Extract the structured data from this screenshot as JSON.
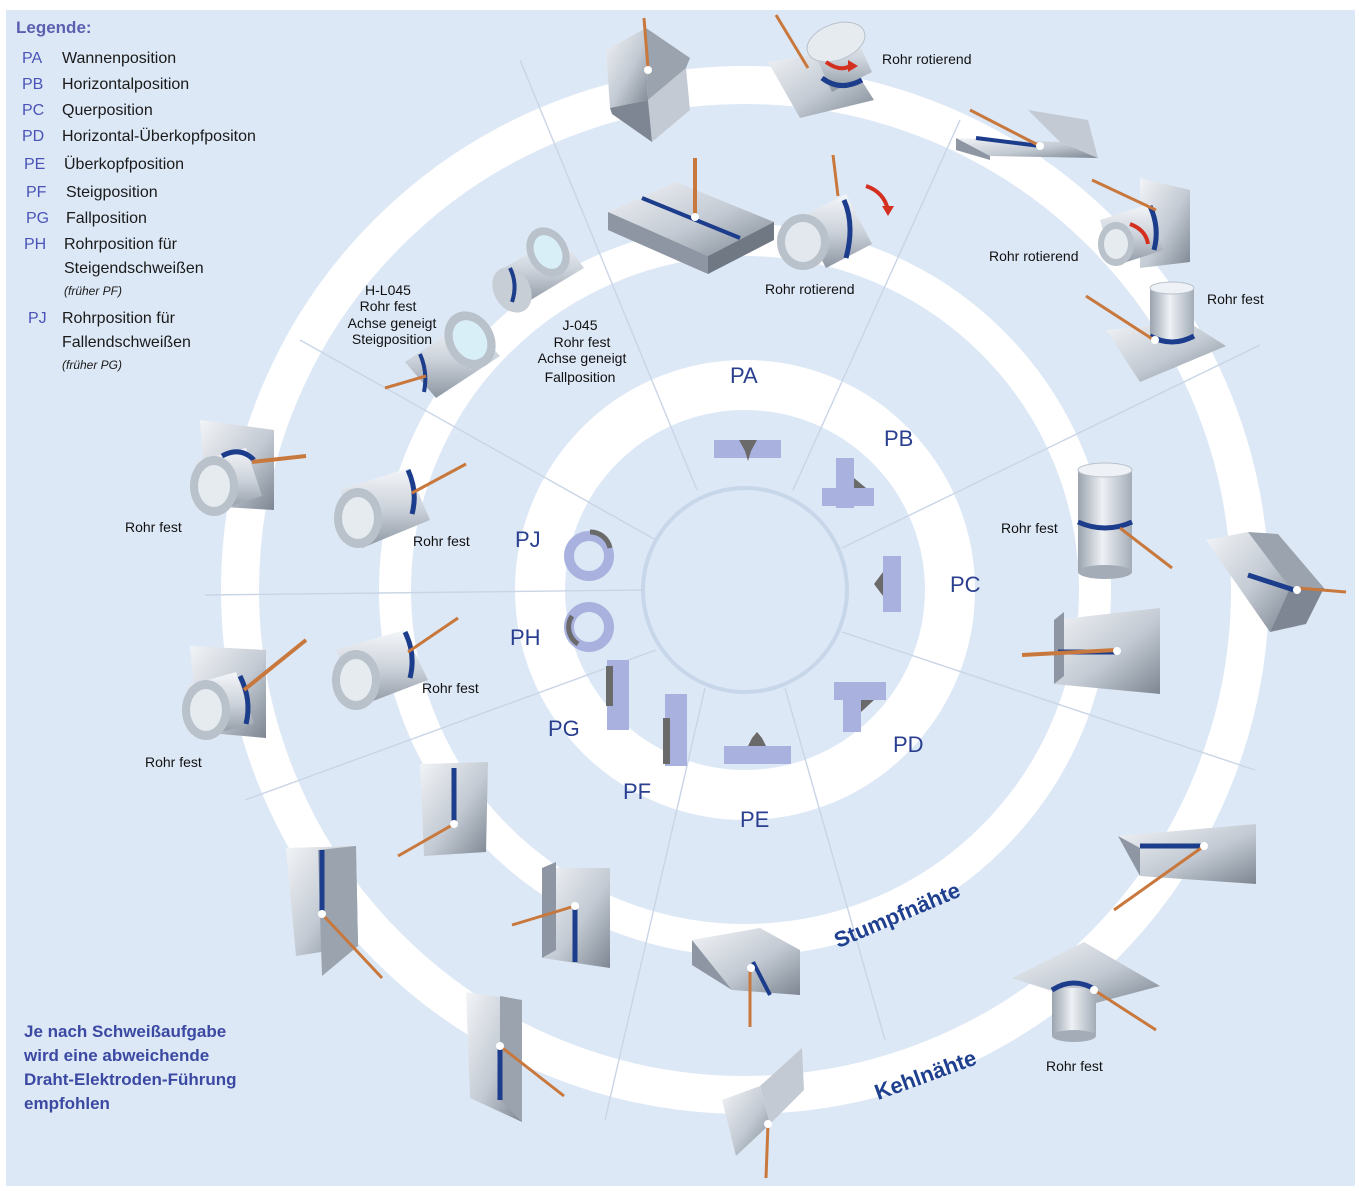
{
  "legend": {
    "title": "Legende:",
    "items": [
      {
        "code": "PA",
        "text": "Wannenposition"
      },
      {
        "code": "PB",
        "text": "Horizontalposition"
      },
      {
        "code": "PC",
        "text": "Querposition"
      },
      {
        "code": "PD",
        "text": "Horizontal-Überkopfpositon"
      },
      {
        "code": "PE",
        "text": "Überkopfposition"
      },
      {
        "code": "PF",
        "text": "Steigposition"
      },
      {
        "code": "PG",
        "text": "Fallposition"
      },
      {
        "code": "PH",
        "text": "Rohrposition für",
        "text2": "Steigendschweißen",
        "note": "(früher PF)"
      },
      {
        "code": "PJ",
        "text": "Rohrposition für",
        "text2": "Fallendschweißen",
        "note": "(früher PG)"
      }
    ]
  },
  "positions": [
    "PA",
    "PB",
    "PC",
    "PD",
    "PE",
    "PF",
    "PG",
    "PH",
    "PJ"
  ],
  "ring_labels": {
    "butt": "Stumpfnähte",
    "fillet": "Kehlnähte"
  },
  "captions": {
    "rotating": "Rohr rotierend",
    "fixed": "Rohr fest",
    "h_l045": [
      "H-L045",
      "Rohr fest",
      "Achse geneigt",
      "Steigposition"
    ],
    "j_l045": [
      "J-045",
      "Rohr fest",
      "Achse geneigt",
      "Fallposition"
    ]
  },
  "note": [
    "Je nach Schweißaufgabe",
    "wird eine abweichende",
    "Draht-Elektroden-Führung",
    "empfohlen"
  ],
  "colors": {
    "background": "#dde8f6",
    "ring": "#ffffff",
    "code": "#4a54b8",
    "seam": "#1c3c8c",
    "electrode": "#c8783c",
    "arrow": "#d43020",
    "plate": "#a9b3bf",
    "section": "#a9b1de",
    "weld": "#6a6a6a"
  }
}
